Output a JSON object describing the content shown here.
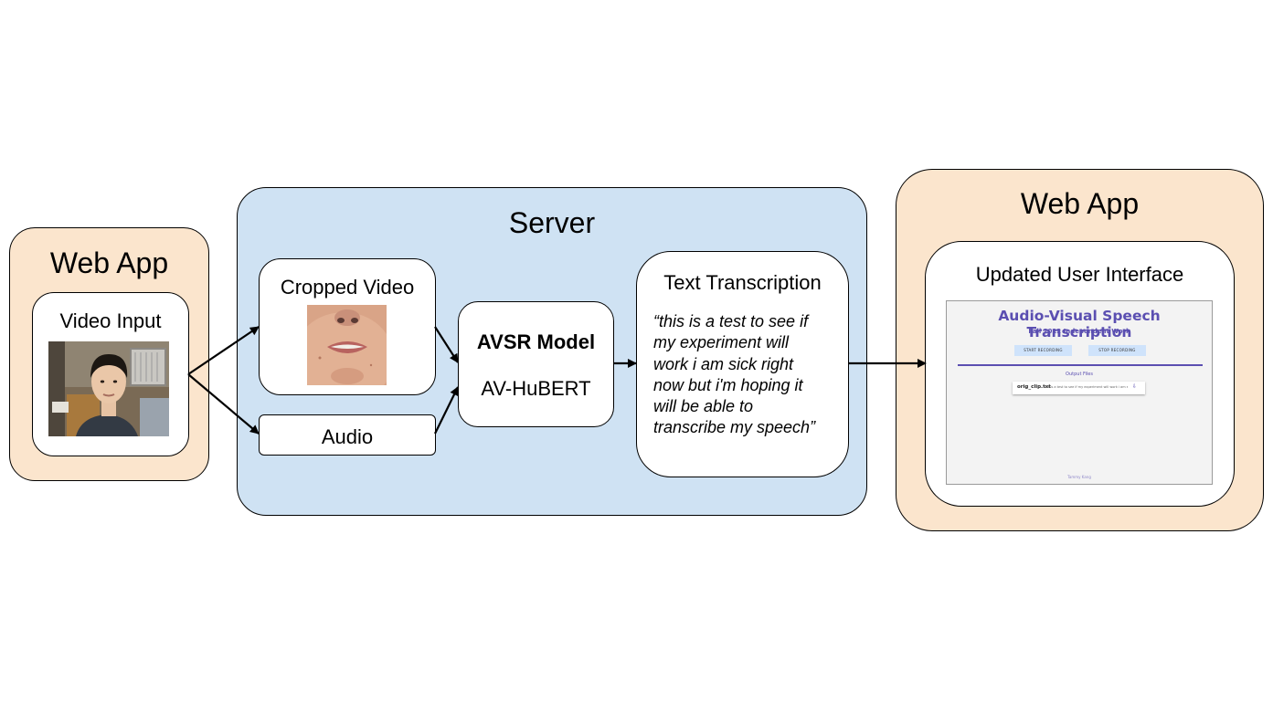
{
  "left_web_app": {
    "title": "Web App",
    "video_input_label": "Video Input"
  },
  "server": {
    "title": "Server",
    "cropped_video_label": "Cropped Video",
    "audio_label": "Audio",
    "model_label": "AVSR Model",
    "model_name": "AV-HuBERT",
    "transcription_label": "Text Transcription",
    "transcription_lines": [
      "“this is a test to see if",
      "my experiment will",
      "work i am sick right",
      "now but i'm hoping it",
      "will be able to",
      "transcribe my speech”"
    ]
  },
  "right_web_app": {
    "title": "Web App",
    "ui_label": "Updated User Interface",
    "mini_ui": {
      "title": "Audio-Visual Speech Transcription",
      "subtitle": "Fall 2022 Independent Work",
      "start_button": "START RECORDING",
      "stop_button": "STOP RECORDING",
      "output_heading": "Output Files",
      "file_name": "orig_clip.txt",
      "file_preview": "this is a test to see if my experiment will work i am sick",
      "footer": "Tammy Kang"
    }
  },
  "colors": {
    "peach": "#fbe5cd",
    "server_blue": "#cfe2f3",
    "accent_purple": "#5b4fb1"
  }
}
